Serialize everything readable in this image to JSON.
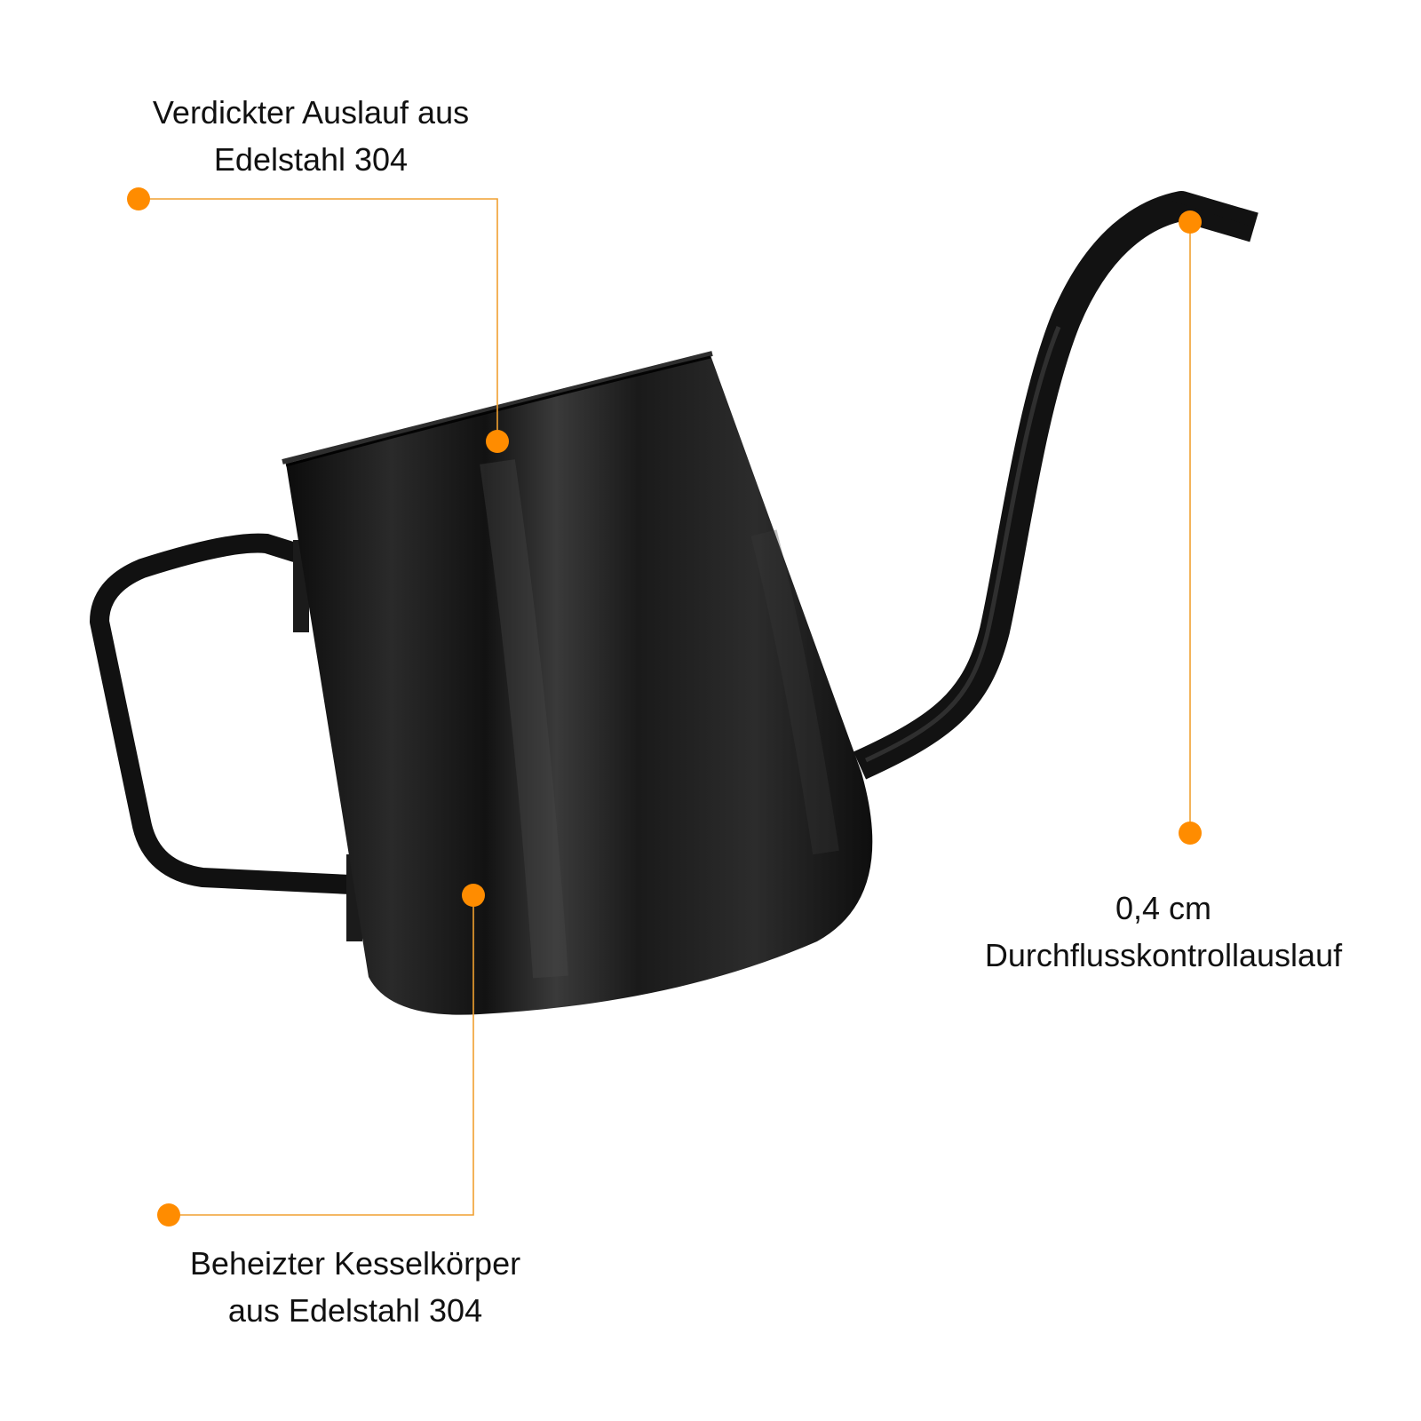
{
  "accent_color": "#ff8c00",
  "line_color": "#f0a030",
  "kettle_color": "#151515",
  "product": {
    "illustration": "gooseneck-pour-over-kettle",
    "finish": "matte black"
  },
  "callouts": [
    {
      "id": "spout",
      "lines": [
        "Verdickter Auslauf aus",
        "Edelstahl 304"
      ]
    },
    {
      "id": "flow",
      "lines": [
        "0,4 cm",
        "Durchflusskontrollauslauf"
      ]
    },
    {
      "id": "body",
      "lines": [
        "Beheizter Kesselkörper",
        "aus Edelstahl 304"
      ]
    }
  ]
}
